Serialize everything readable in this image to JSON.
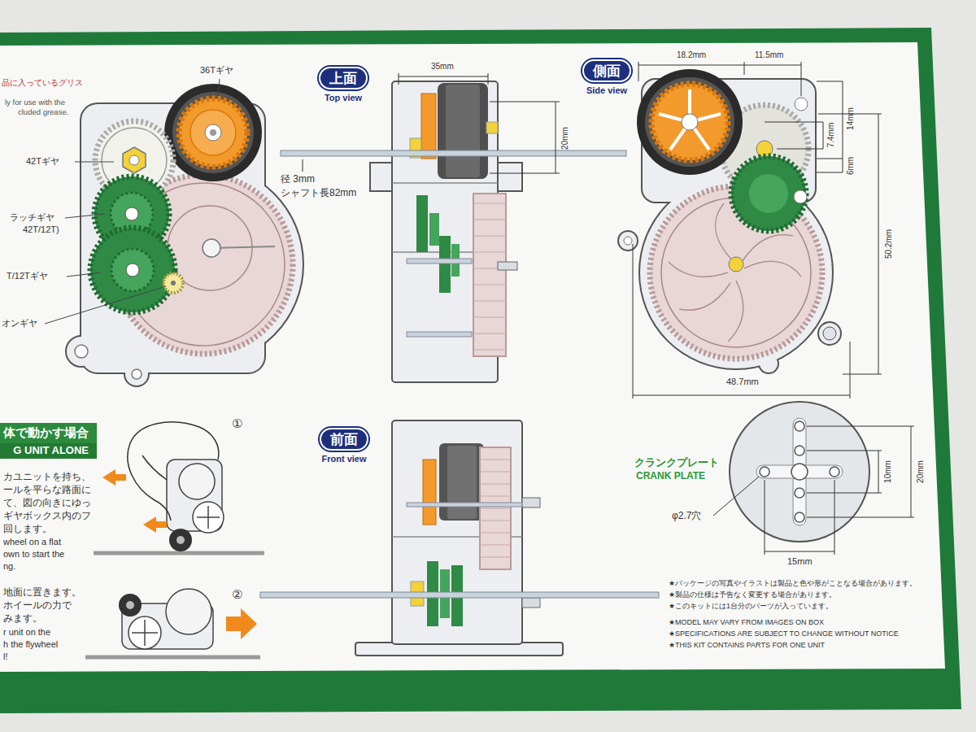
{
  "diagram": {
    "nodes": [
      {
        "text": [
          "上面",
          "Top view"
        ]
      },
      {
        "text": [
          "側面",
          "Side view"
        ]
      },
      {
        "text": [
          "前面",
          "Front view"
        ]
      },
      {
        "text": [
          "体で動かす場合",
          "G UNIT ALONE"
        ]
      }
    ],
    "labels": [
      "品に入っているグリス",
      "ly for use with the",
      "cluded grease.",
      "36Tギヤ",
      "42Tギヤ",
      "ラッチギヤ",
      "42T/12T)",
      "T/12Tギヤ",
      "オンギヤ",
      "35mm",
      "20mm",
      "径 3mm",
      "シャフト長82mm",
      "18.2mm",
      "11.5mm",
      "7.4mm",
      "14mm",
      "6mm",
      "50.2mm",
      "48.7mm",
      "クランクプレート",
      "CRANK PLATE",
      "φ2.7穴",
      "10mm",
      "20mm",
      "15mm",
      "①",
      "②",
      "カユニットを持ち、",
      "ールを平らな路面に",
      "て、図の向きにゆっ",
      "ギヤボックス内のフ",
      "回します。",
      "wheel on a flat",
      "own to start the",
      "ng.",
      "地面に置きます。",
      "ホイールの力で",
      "みます。",
      "r unit on the",
      "h the flywheel",
      "l!",
      "★パッケージの写真やイラストは製品と色や形がことなる場合があります。",
      "★製品の仕様は予告なく変更する場合があります。",
      "★このキットには1台分のパーツが入っています。",
      "★MODEL MAY VARY FROM IMAGES ON BOX",
      "★SPECIFICATIONS ARE SUBJECT TO CHANGE WITHOUT NOTICE",
      "★THIS KIT CONTAINS PARTS FOR ONE UNIT"
    ]
  }
}
